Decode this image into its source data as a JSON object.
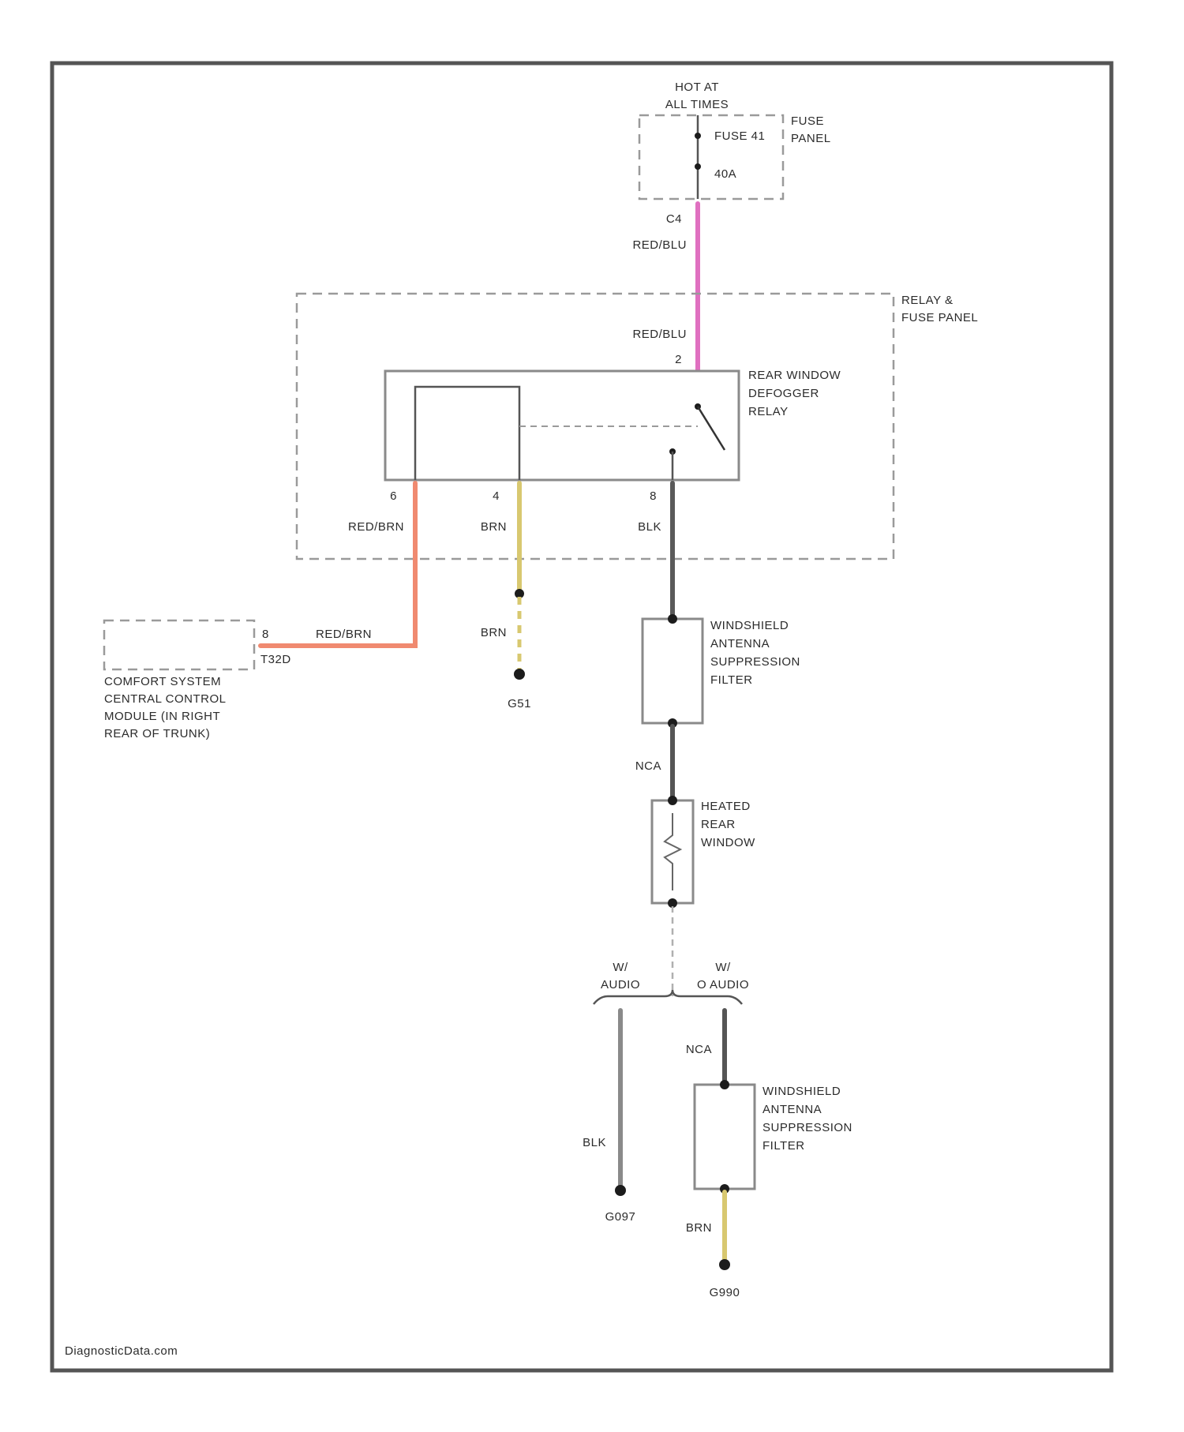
{
  "colors": {
    "red_blu": "#e070c0",
    "red_brn": "#f08a70",
    "brn": "#d8c870",
    "blk": "#5a5a5a",
    "frame": "#555555",
    "dashed": "#9a9a9a"
  },
  "labels": {
    "hot_at": "HOT AT",
    "all_times": "ALL TIMES",
    "fuse_panel_1": "FUSE",
    "fuse_panel_2": "PANEL",
    "fuse_num": "FUSE 41",
    "fuse_amp": "40A",
    "pin_c4": "C4",
    "redblu_1": "RED/BLU",
    "relay_panel_1": "RELAY &",
    "relay_panel_2": "FUSE PANEL",
    "redblu_2": "RED/BLU",
    "pin_2": "2",
    "relay_name_1": "REAR WINDOW",
    "relay_name_2": "DEFOGGER",
    "relay_name_3": "RELAY",
    "pin_6": "6",
    "pin_4": "4",
    "pin_8": "8",
    "redbrn_1": "RED/BRN",
    "brn_1": "BRN",
    "blk_1": "BLK",
    "redbrn_2": "RED/BRN",
    "ccm_pin": "8",
    "ccm_conn": "T32D",
    "ccm_1": "COMFORT SYSTEM",
    "ccm_2": "CENTRAL CONTROL",
    "ccm_3": "MODULE (IN RIGHT",
    "ccm_4": "REAR OF TRUNK)",
    "brn_2": "BRN",
    "ground_1": "G51",
    "filter1_1": "WINDSHIELD",
    "filter1_2": "ANTENNA",
    "filter1_3": "SUPPRESSION",
    "filter1_4": "FILTER",
    "nca_1": "NCA",
    "heated_1": "HEATED",
    "heated_2": "REAR",
    "heated_3": "WINDOW",
    "w_1": "W/",
    "w_2": "AUDIO",
    "wo_1": "W/",
    "wo_2": "O AUDIO",
    "nca_2": "NCA",
    "blk_2": "BLK",
    "ground_2": "G097",
    "filter2_1": "WINDSHIELD",
    "filter2_2": "ANTENNA",
    "filter2_3": "SUPPRESSION",
    "filter2_4": "FILTER",
    "brn_3": "BRN",
    "ground_3": "G990",
    "watermark": "DiagnosticData.com"
  }
}
